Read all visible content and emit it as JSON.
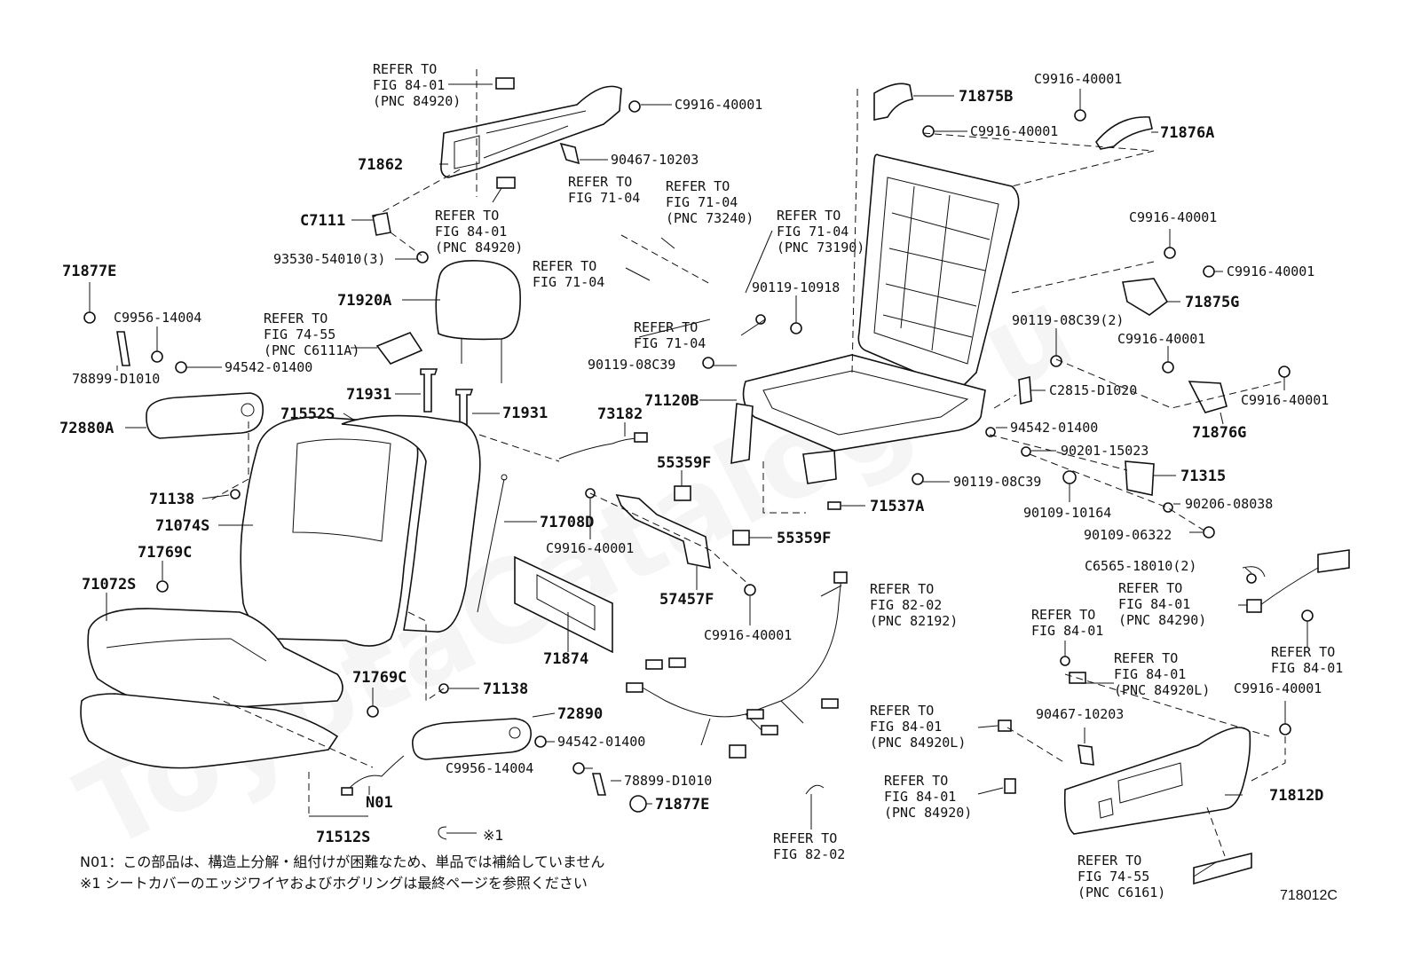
{
  "diagram_code": "718012C",
  "notes": {
    "symbol": "※1",
    "n01": "N01：この部品は、構造上分解・組付けが困難なため、単品では補給していません",
    "mark1": "※1 シートカバーのエッジワイヤおよびホグリングは最終ページを参照ください"
  },
  "watermark": "ToyotaCatalog.ru",
  "labels": {
    "l71875B": "71875B",
    "l71876A": "71876A",
    "lC9916_tr1": "C9916-40001",
    "lC9916_tr2": "C9916-40001",
    "lC9916_top": "C9916-40001",
    "l71862": "71862",
    "l90467a": "90467-10203",
    "lC7111": "C7111",
    "l93530": "93530-54010(3)",
    "l71877E_a": "71877E",
    "lC9956a": "C9956-14004",
    "l94542a": "94542-01400",
    "l78899a": "78899-D1010",
    "l71920A": "71920A",
    "l72880A": "72880A",
    "l71931a": "71931",
    "l71931b": "71931",
    "l71552S": "71552S",
    "l73182": "73182",
    "l71120B": "71120B",
    "l90119_10918": "90119-10918",
    "l90119_08C39a": "90119-08C39",
    "l90119_08C39_2": "90119-08C39(2)",
    "lC2815": "C2815-D1020",
    "l94542b": "94542-01400",
    "l90201": "90201-15023",
    "l90119_08C39b": "90119-08C39",
    "l71315": "71315",
    "l90109_10164": "90109-10164",
    "l90206": "90206-08038",
    "l90109_06322": "90109-06322",
    "l71537A": "71537A",
    "lC9916_r1": "C9916-40001",
    "lC9916_r2": "C9916-40001",
    "l71875G": "71875G",
    "lC9916_r3": "C9916-40001",
    "lC9916_r4": "C9916-40001",
    "l71876G": "71876G",
    "l55359F_a": "55359F",
    "l55359F_b": "55359F",
    "lC9916_m1": "C9916-40001",
    "l57457F": "57457F",
    "lC9916_m2": "C9916-40001",
    "l71138a": "71138",
    "l71074S": "71074S",
    "l71708D": "71708D",
    "l71769Ca": "71769C",
    "l71072S": "71072S",
    "l71874": "71874",
    "l71769Cb": "71769C",
    "l71138b": "71138",
    "l72890": "72890",
    "l94542c": "94542-01400",
    "lC9956b": "C9956-14004",
    "l78899b": "78899-D1010",
    "l71877E_b": "71877E",
    "lN01": "N01",
    "l71512S": "71512S",
    "lC6565": "C6565-18010(2)",
    "lC9916_br": "C9916-40001",
    "l90467b": "90467-10203",
    "l71812D": "71812D"
  },
  "refs": {
    "r1": [
      "REFER TO",
      "FIG 84-01",
      "(PNC 84920)"
    ],
    "r2": [
      "REFER TO",
      "FIG 84-01",
      "(PNC 84920)"
    ],
    "r3": [
      "REFER TO",
      "FIG 71-04"
    ],
    "r4": [
      "REFER TO",
      "FIG 71-04",
      "(PNC 73240)"
    ],
    "r5": [
      "REFER TO",
      "FIG 71-04",
      "(PNC 73190)"
    ],
    "r6": [
      "REFER TO",
      "FIG 71-04"
    ],
    "r7": [
      "REFER TO",
      "FIG 74-55",
      "(PNC C6111A)"
    ],
    "r8": [
      "REFER TO",
      "FIG 71-04"
    ],
    "r9": [
      "REFER TO",
      "FIG 82-02",
      "(PNC 82192)"
    ],
    "r10": [
      "REFER TO",
      "FIG 84-01",
      "(PNC 84290)"
    ],
    "r11": [
      "REFER TO",
      "FIG 84-01"
    ],
    "r12": [
      "REFER TO",
      "FIG 84-01",
      "(PNC 84920L)"
    ],
    "r13": [
      "REFER TO",
      "FIG 84-01"
    ],
    "r14": [
      "REFER TO",
      "FIG 84-01",
      "(PNC 84920L)"
    ],
    "r15": [
      "REFER TO",
      "FIG 84-01",
      "(PNC 84920)"
    ],
    "r16": [
      "REFER TO",
      "FIG 82-02"
    ],
    "r17": [
      "REFER TO",
      "FIG 74-55",
      "(PNC C6161)"
    ]
  }
}
